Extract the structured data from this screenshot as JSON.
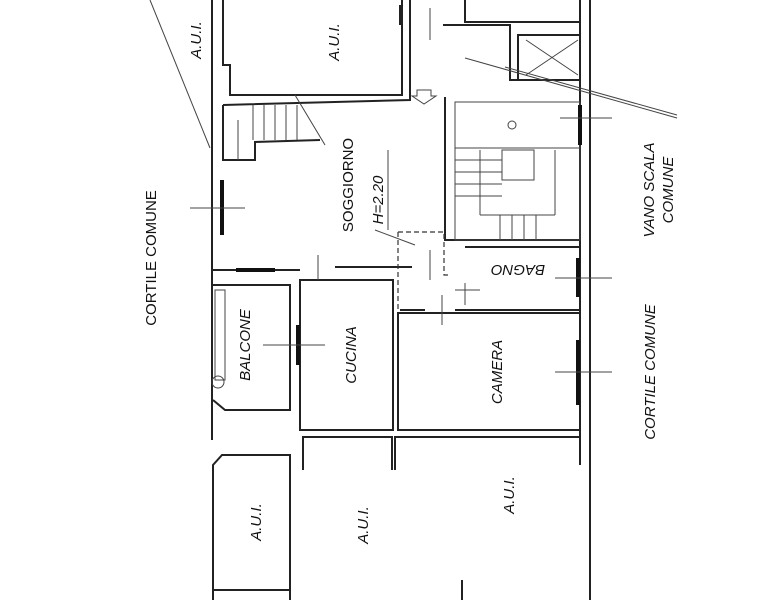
{
  "plan": {
    "labels": {
      "aui_top_left": "A.U.I.",
      "aui_top_middle": "A.U.I.",
      "cortile_left": "CORTILE COMUNE",
      "soggiorno": "SOGGIORNO",
      "height": "H=2.20",
      "vano_scala_line1": "VANO SCALA",
      "vano_scala_line2": "COMUNE",
      "bagno": "BAGNO",
      "cortile_right": "CORTILE COMUNE",
      "balcone": "BALCONE",
      "cucina": "CUCINA",
      "camera": "CAMERA",
      "aui_bottom_left": "A.U.I.",
      "aui_bottom_middle": "A.U.I.",
      "aui_bottom_right": "A.U.I."
    }
  }
}
